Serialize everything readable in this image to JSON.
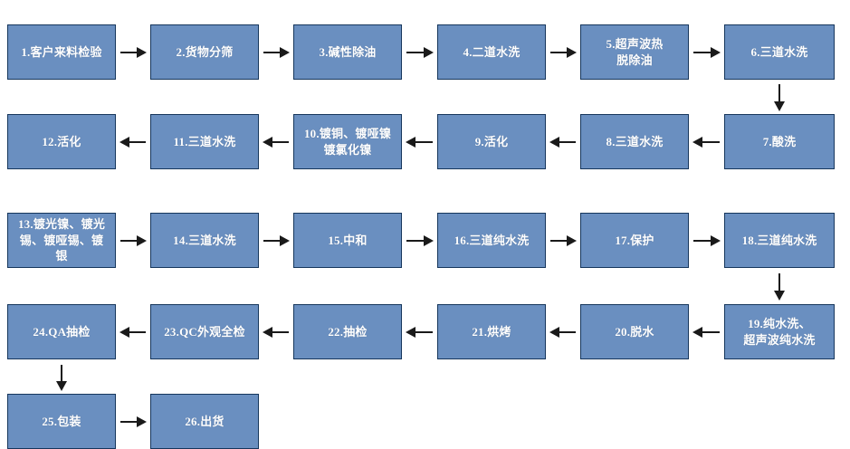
{
  "diagram": {
    "type": "process-flowchart",
    "node_fill_color": "#6a8fc0",
    "node_border_color": "#16365c",
    "node_text_color": "#ffffff",
    "arrow_color": "#1a1a1a",
    "nodes": [
      {
        "id": "n1",
        "label": "1.客户来料检验"
      },
      {
        "id": "n2",
        "label": "2.货物分筛"
      },
      {
        "id": "n3",
        "label": "3.碱性除油"
      },
      {
        "id": "n4",
        "label": "4.二道水洗"
      },
      {
        "id": "n5",
        "label": "5.超声波热\n脱除油"
      },
      {
        "id": "n6",
        "label": "6.三道水洗"
      },
      {
        "id": "n7",
        "label": "7.酸洗"
      },
      {
        "id": "n8",
        "label": "8.三道水洗"
      },
      {
        "id": "n9",
        "label": "9.活化"
      },
      {
        "id": "n10",
        "label": "10.镀铜、镀哑镍\n镀氯化镍"
      },
      {
        "id": "n11",
        "label": "11.三道水洗"
      },
      {
        "id": "n12",
        "label": "12.活化"
      },
      {
        "id": "n13",
        "label": "13.镀光镍、镀光\n锡、镀哑锡、镀\n银"
      },
      {
        "id": "n14",
        "label": "14.三道水洗"
      },
      {
        "id": "n15",
        "label": "15.中和"
      },
      {
        "id": "n16",
        "label": "16.三道纯水洗"
      },
      {
        "id": "n17",
        "label": "17.保护"
      },
      {
        "id": "n18",
        "label": "18.三道纯水洗"
      },
      {
        "id": "n19",
        "label": "19.纯水洗、\n超声波纯水洗"
      },
      {
        "id": "n20",
        "label": "20.脱水"
      },
      {
        "id": "n21",
        "label": "21.烘烤"
      },
      {
        "id": "n22",
        "label": "22.抽检"
      },
      {
        "id": "n23",
        "label": "23.QC外观全检"
      },
      {
        "id": "n24",
        "label": "24.QA抽检"
      },
      {
        "id": "n25",
        "label": "25.包装"
      },
      {
        "id": "n26",
        "label": "26.出货"
      }
    ],
    "connectors": [
      {
        "id": "c1",
        "from": "n1",
        "to": "n2",
        "direction": "right"
      },
      {
        "id": "c2",
        "from": "n2",
        "to": "n3",
        "direction": "right"
      },
      {
        "id": "c3",
        "from": "n3",
        "to": "n4",
        "direction": "right"
      },
      {
        "id": "c4",
        "from": "n4",
        "to": "n5",
        "direction": "right"
      },
      {
        "id": "c5",
        "from": "n5",
        "to": "n6",
        "direction": "right"
      },
      {
        "id": "c6",
        "from": "n6",
        "to": "n7",
        "direction": "down"
      },
      {
        "id": "c7",
        "from": "n7",
        "to": "n8",
        "direction": "left"
      },
      {
        "id": "c8",
        "from": "n8",
        "to": "n9",
        "direction": "left"
      },
      {
        "id": "c9",
        "from": "n9",
        "to": "n10",
        "direction": "left"
      },
      {
        "id": "c10",
        "from": "n10",
        "to": "n11",
        "direction": "left"
      },
      {
        "id": "c11",
        "from": "n11",
        "to": "n12",
        "direction": "left"
      },
      {
        "id": "c12",
        "from": "n13",
        "to": "n14",
        "direction": "right"
      },
      {
        "id": "c13",
        "from": "n14",
        "to": "n15",
        "direction": "right"
      },
      {
        "id": "c14",
        "from": "n15",
        "to": "n16",
        "direction": "right"
      },
      {
        "id": "c15",
        "from": "n16",
        "to": "n17",
        "direction": "right"
      },
      {
        "id": "c16",
        "from": "n17",
        "to": "n18",
        "direction": "right"
      },
      {
        "id": "c17",
        "from": "n18",
        "to": "n19",
        "direction": "down"
      },
      {
        "id": "c18",
        "from": "n19",
        "to": "n20",
        "direction": "left"
      },
      {
        "id": "c19",
        "from": "n20",
        "to": "n21",
        "direction": "left"
      },
      {
        "id": "c20",
        "from": "n21",
        "to": "n22",
        "direction": "left"
      },
      {
        "id": "c21",
        "from": "n22",
        "to": "n23",
        "direction": "left"
      },
      {
        "id": "c22",
        "from": "n23",
        "to": "n24",
        "direction": "left"
      },
      {
        "id": "c23",
        "from": "n24",
        "to": "n25",
        "direction": "down"
      },
      {
        "id": "c24",
        "from": "n25",
        "to": "n26",
        "direction": "right"
      }
    ]
  }
}
